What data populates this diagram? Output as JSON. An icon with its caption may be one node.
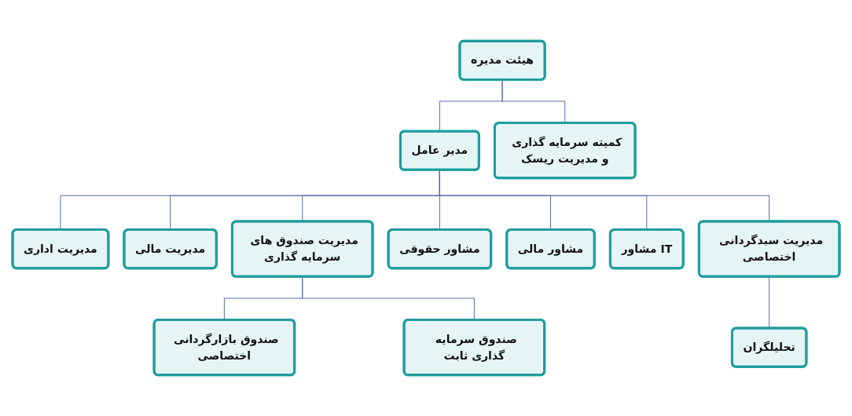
{
  "diagram": {
    "nodes": [
      {
        "text": [
          "هیئت مدیره"
        ]
      },
      {
        "text": [
          "کمیته سرمایه گذاری و مدیریت ریسک"
        ]
      },
      {
        "text": [
          "مدیر عامل"
        ]
      },
      {
        "text": [
          "مدیریت صندوق های سرمایه گذاری"
        ]
      },
      {
        "text": [
          "مشاور IT"
        ]
      },
      {
        "text": [
          "مشاور مالی"
        ]
      },
      {
        "text": [
          "مشاور حقوقی"
        ]
      },
      {
        "text": [
          "مدیریت سبدگردانی اختصاصی"
        ]
      },
      {
        "text": [
          "مدیریت مالی"
        ]
      },
      {
        "text": [
          "مدیریت اداری"
        ]
      },
      {
        "text": [
          "صندوق بازارگردانی اختصاصی"
        ]
      },
      {
        "text": [
          "صندوق سرمایه گذاری ثابت"
        ]
      },
      {
        "text": [
          "تحلیلگران"
        ]
      }
    ],
    "edges": [
      {
        "from": 0,
        "to": 1,
        "arrow": "none"
      },
      {
        "from": 0,
        "to": 2,
        "arrow": "none"
      },
      {
        "from": 2,
        "to": 3,
        "arrow": "none"
      },
      {
        "from": 2,
        "to": 4,
        "arrow": "none"
      },
      {
        "from": 2,
        "to": 5,
        "arrow": "none"
      },
      {
        "from": 2,
        "to": 6,
        "arrow": "none"
      },
      {
        "from": 2,
        "to": 7,
        "arrow": "none"
      },
      {
        "from": 2,
        "to": 8,
        "arrow": "none"
      },
      {
        "from": 2,
        "to": 9,
        "arrow": "none"
      },
      {
        "from": 3,
        "to": 10,
        "arrow": "none"
      },
      {
        "from": 3,
        "to": 11,
        "arrow": "none"
      },
      {
        "from": 7,
        "to": 12,
        "arrow": "none"
      }
    ]
  }
}
